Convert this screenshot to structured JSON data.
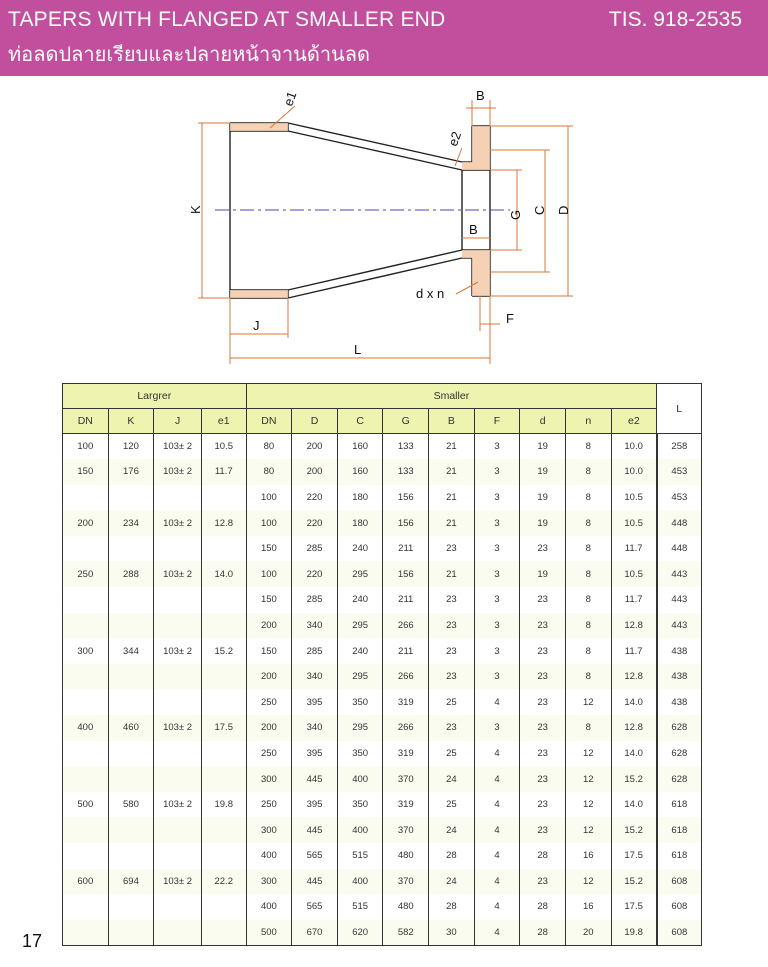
{
  "header": {
    "title": "TAPERS WITH FLANGED AT SMALLER END",
    "standard": "TIS. 918-2535",
    "subtitle": "ท่อลดปลายเรียบและปลายหน้าจานด้านลด"
  },
  "drawing": {
    "labels": {
      "e1": "e1",
      "e2": "e2",
      "B_top": "B",
      "B_mid": "B",
      "K": "K",
      "G": "G",
      "C": "C",
      "D": "D",
      "dxn": "d x n",
      "F": "F",
      "J": "J",
      "L": "L"
    }
  },
  "table": {
    "group_headers": {
      "larger": "Largrer",
      "smaller": "Smaller",
      "L": "L"
    },
    "columns": [
      "DN",
      "K",
      "J",
      "e1",
      "DN",
      "D",
      "C",
      "G",
      "B",
      "F",
      "d",
      "n",
      "e2"
    ],
    "rows": [
      [
        "100",
        "120",
        "103± 2",
        "10.5",
        "80",
        "200",
        "160",
        "133",
        "21",
        "3",
        "19",
        "8",
        "10.0",
        "258"
      ],
      [
        "150",
        "176",
        "103± 2",
        "11.7",
        "80",
        "200",
        "160",
        "133",
        "21",
        "3",
        "19",
        "8",
        "10.0",
        "453"
      ],
      [
        "",
        "",
        "",
        "",
        "100",
        "220",
        "180",
        "156",
        "21",
        "3",
        "19",
        "8",
        "10.5",
        "453"
      ],
      [
        "200",
        "234",
        "103± 2",
        "12.8",
        "100",
        "220",
        "180",
        "156",
        "21",
        "3",
        "19",
        "8",
        "10.5",
        "448"
      ],
      [
        "",
        "",
        "",
        "",
        "150",
        "285",
        "240",
        "211",
        "23",
        "3",
        "23",
        "8",
        "11.7",
        "448"
      ],
      [
        "250",
        "288",
        "103± 2",
        "14.0",
        "100",
        "220",
        "295",
        "156",
        "21",
        "3",
        "19",
        "8",
        "10.5",
        "443"
      ],
      [
        "",
        "",
        "",
        "",
        "150",
        "285",
        "240",
        "211",
        "23",
        "3",
        "23",
        "8",
        "11.7",
        "443"
      ],
      [
        "",
        "",
        "",
        "",
        "200",
        "340",
        "295",
        "266",
        "23",
        "3",
        "23",
        "8",
        "12.8",
        "443"
      ],
      [
        "300",
        "344",
        "103± 2",
        "15.2",
        "150",
        "285",
        "240",
        "211",
        "23",
        "3",
        "23",
        "8",
        "11.7",
        "438"
      ],
      [
        "",
        "",
        "",
        "",
        "200",
        "340",
        "295",
        "266",
        "23",
        "3",
        "23",
        "8",
        "12.8",
        "438"
      ],
      [
        "",
        "",
        "",
        "",
        "250",
        "395",
        "350",
        "319",
        "25",
        "4",
        "23",
        "12",
        "14.0",
        "438"
      ],
      [
        "400",
        "460",
        "103± 2",
        "17.5",
        "200",
        "340",
        "295",
        "266",
        "23",
        "3",
        "23",
        "8",
        "12.8",
        "628"
      ],
      [
        "",
        "",
        "",
        "",
        "250",
        "395",
        "350",
        "319",
        "25",
        "4",
        "23",
        "12",
        "14.0",
        "628"
      ],
      [
        "",
        "",
        "",
        "",
        "300",
        "445",
        "400",
        "370",
        "24",
        "4",
        "23",
        "12",
        "15.2",
        "628"
      ],
      [
        "500",
        "580",
        "103± 2",
        "19.8",
        "250",
        "395",
        "350",
        "319",
        "25",
        "4",
        "23",
        "12",
        "14.0",
        "618"
      ],
      [
        "",
        "",
        "",
        "",
        "300",
        "445",
        "400",
        "370",
        "24",
        "4",
        "23",
        "12",
        "15.2",
        "618"
      ],
      [
        "",
        "",
        "",
        "",
        "400",
        "565",
        "515",
        "480",
        "28",
        "4",
        "28",
        "16",
        "17.5",
        "618"
      ],
      [
        "600",
        "694",
        "103± 2",
        "22.2",
        "300",
        "445",
        "400",
        "370",
        "24",
        "4",
        "23",
        "12",
        "15.2",
        "608"
      ],
      [
        "",
        "",
        "",
        "",
        "400",
        "565",
        "515",
        "480",
        "28",
        "4",
        "28",
        "16",
        "17.5",
        "608"
      ],
      [
        "",
        "",
        "",
        "",
        "500",
        "670",
        "620",
        "582",
        "30",
        "4",
        "28",
        "20",
        "19.8",
        "608"
      ]
    ]
  },
  "page_number": "17"
}
